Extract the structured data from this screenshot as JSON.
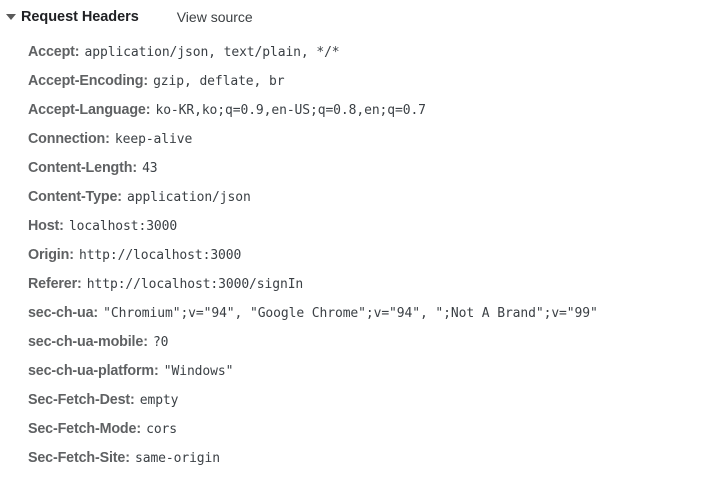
{
  "section": {
    "title": "Request Headers",
    "view_source_label": "View source",
    "expanded": true,
    "disclosure_icon": "triangle-down-icon",
    "title_color": "#202124",
    "name_color": "#5f6163",
    "value_color": "#3b4045",
    "background_color": "#ffffff"
  },
  "headers": [
    {
      "name": "Accept",
      "separator": ":",
      "value": "application/json, text/plain, */*"
    },
    {
      "name": "Accept-Encoding",
      "separator": ":",
      "value": "gzip, deflate, br"
    },
    {
      "name": "Accept-Language",
      "separator": ":",
      "value": "ko-KR,ko;q=0.9,en-US;q=0.8,en;q=0.7"
    },
    {
      "name": "Connection",
      "separator": ":",
      "value": "keep-alive"
    },
    {
      "name": "Content-Length",
      "separator": ":",
      "value": "43"
    },
    {
      "name": "Content-Type",
      "separator": ":",
      "value": "application/json"
    },
    {
      "name": "Host",
      "separator": ":",
      "value": "localhost:3000"
    },
    {
      "name": "Origin",
      "separator": ":",
      "value": "http://localhost:3000"
    },
    {
      "name": "Referer",
      "separator": ":",
      "value": "http://localhost:3000/signIn"
    },
    {
      "name": "sec-ch-ua",
      "separator": ":",
      "value": "\"Chromium\";v=\"94\", \"Google Chrome\";v=\"94\", \";Not A Brand\";v=\"99\""
    },
    {
      "name": "sec-ch-ua-mobile",
      "separator": ":",
      "value": "?0"
    },
    {
      "name": "sec-ch-ua-platform",
      "separator": ":",
      "value": "\"Windows\""
    },
    {
      "name": "Sec-Fetch-Dest",
      "separator": ":",
      "value": "empty"
    },
    {
      "name": "Sec-Fetch-Mode",
      "separator": ":",
      "value": "cors"
    },
    {
      "name": "Sec-Fetch-Site",
      "separator": ":",
      "value": "same-origin"
    }
  ]
}
